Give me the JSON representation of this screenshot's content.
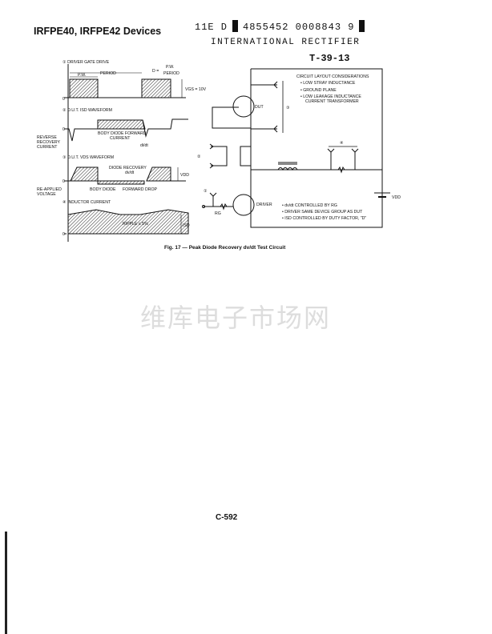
{
  "header": {
    "title": "IRFPE40, IRFPE42 Devices",
    "code_left": "11E D",
    "code_right": "4855452 0008843 9",
    "manufacturer": "INTERNATIONAL RECTIFIER",
    "doc_code": "T-39-13"
  },
  "waveforms": {
    "w1_label": "① DRIVER GATE DRIVE",
    "period": "PERIOD",
    "pw": "P.W.",
    "duty_d": "D =",
    "duty_num": "P.W.",
    "duty_den": "PERIOD",
    "vgs": "VGS = 10V",
    "w2_label": "② D.U.T. ISD WAVEFORM",
    "reverse_recovery": [
      "REVERSE",
      "RECOVERY",
      "CURRENT"
    ],
    "body_diode_current": [
      "BODY DIODE FORWARD",
      "CURRENT"
    ],
    "didt": "di/dt",
    "w3_label": "③ D.U.T. VDS WAVEFORM",
    "diode_recovery": [
      "DIODE RECOVERY",
      "dv/dt"
    ],
    "vdd": "VDD",
    "reapplied": [
      "RE-APPLIED",
      "VOLTAGE"
    ],
    "body_diode": "BODY DIODE",
    "forward_drop": "FORWARD DROP",
    "w4_label": "④ INDUCTOR CURRENT",
    "ripple": "RIPPLE ≤ 5%",
    "isd": "ISD",
    "zero": "0"
  },
  "circuit": {
    "considerations_title": "CIRCUIT LAYOUT CONSIDERATIONS",
    "considerations": [
      "• LOW STRAY INDUCTANCE",
      "• GROUND PLANE",
      "• LOW LEAKAGE INDUCTANCE",
      "CURRENT TRANSFORMER"
    ],
    "dut": "DUT",
    "driver": "DRIVER",
    "rg": "RG",
    "vdd": "VDD",
    "notes": [
      "• dv/dt CONTROLLED BY RG",
      "• DRIVER SAME DEVICE GROUP AS DUT",
      "• ISD CONTROLLED BY DUTY FACTOR, \"D\""
    ],
    "m1": "①",
    "m2": "②",
    "m3": "③",
    "m4": "④"
  },
  "figure_caption": "Fig. 17 — Peak Diode Recovery dv/dt Test Circuit",
  "watermark": "维库电子市场网",
  "page_number": "C-592"
}
